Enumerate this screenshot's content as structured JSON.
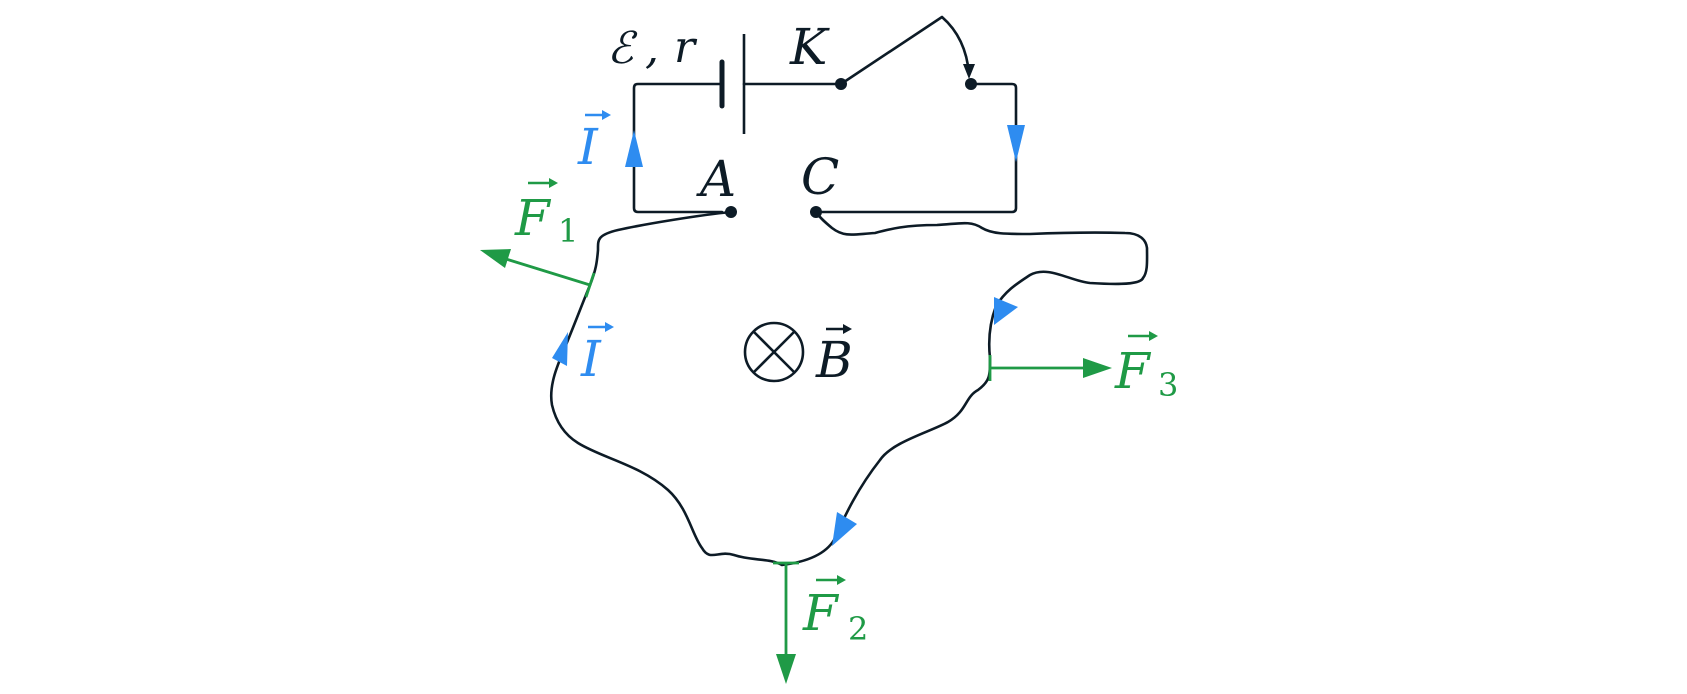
{
  "source": {
    "emf_symbol": "ℰ",
    "separator": ",",
    "internal_resistance": "r"
  },
  "switch": {
    "label": "K"
  },
  "terminals": {
    "a": "A",
    "c": "C"
  },
  "current": {
    "symbol": "I"
  },
  "field": {
    "symbol": "B"
  },
  "forces": [
    {
      "symbol": "F",
      "index": "1"
    },
    {
      "symbol": "F",
      "index": "2"
    },
    {
      "symbol": "F",
      "index": "3"
    }
  ],
  "colors": {
    "wire": "#0d1b26",
    "current": "#2e8cf0",
    "force": "#1f9a46"
  }
}
